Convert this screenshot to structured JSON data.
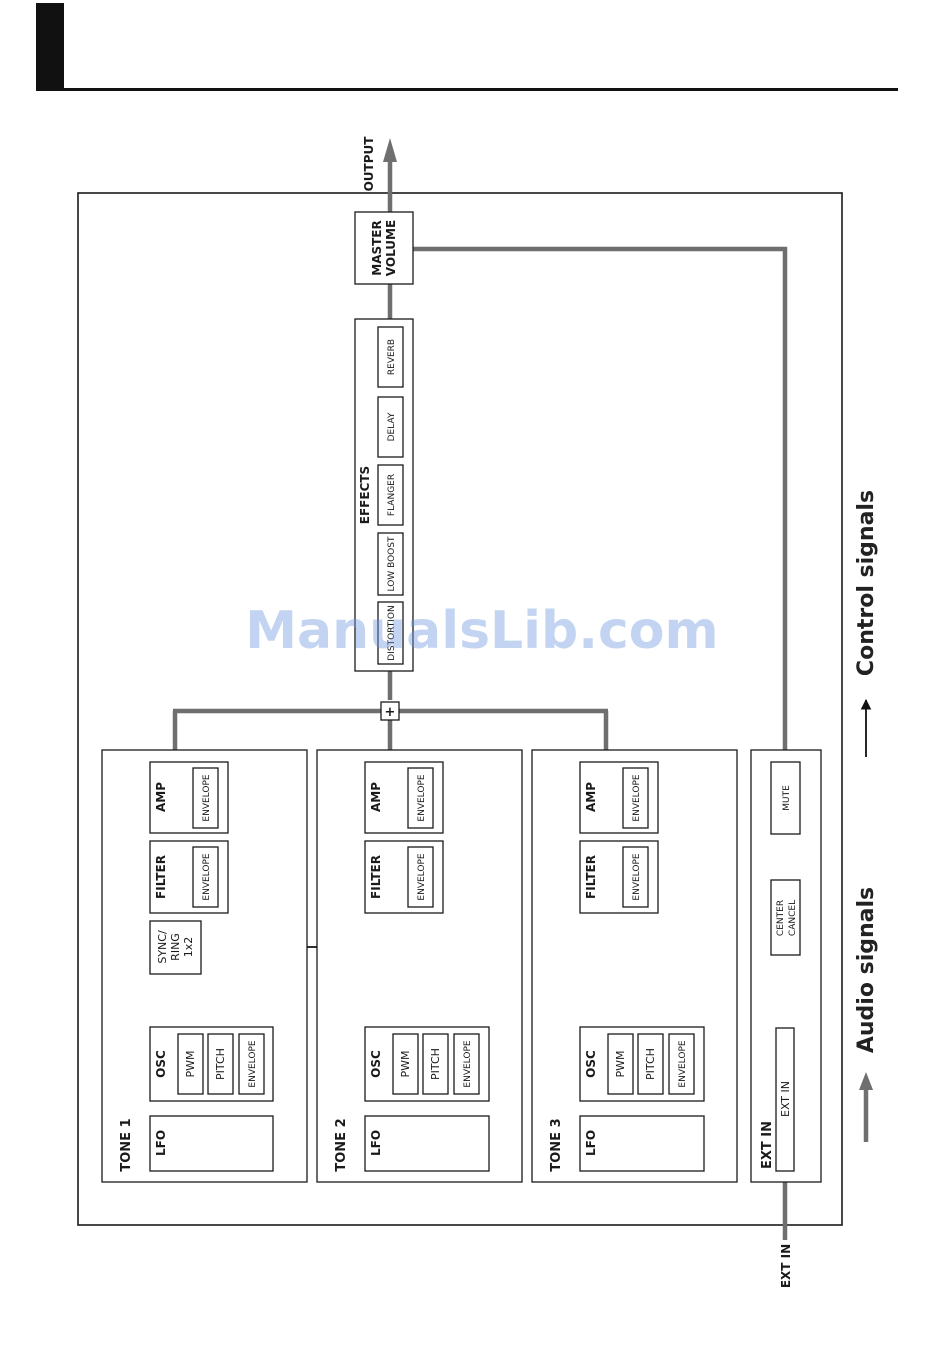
{
  "watermark": "ManualsLib.com",
  "output": {
    "label": "OUTPUT"
  },
  "master": {
    "line1": "MASTER",
    "line2": "VOLUME"
  },
  "effects": {
    "title": "EFFECTS",
    "items": [
      "DISTORTION",
      "LOW BOOST",
      "FLANGER",
      "DELAY",
      "REVERB"
    ]
  },
  "mixer": {
    "symbol": "+"
  },
  "tones": [
    {
      "title": "TONE 1"
    },
    {
      "title": "TONE 2"
    },
    {
      "title": "TONE 3"
    }
  ],
  "tone_blocks": {
    "lfo": "LFO",
    "osc": "OSC",
    "pwm": "PWM",
    "pitch": "PITCH",
    "envelope": "ENVELOPE",
    "filter": "FILTER",
    "amp": "AMP"
  },
  "sync": {
    "line1": "SYNC/",
    "line2": "RING",
    "line3": "1x2"
  },
  "ext": {
    "title": "EXT IN",
    "block": "EXT IN",
    "center_line1": "CENTER",
    "center_line2": "CANCEL",
    "mute": "MUTE",
    "input_label": "EXT IN"
  },
  "legend": {
    "audio": "Audio signals",
    "control": "Control signals"
  },
  "colors": {
    "audio_line": "#6f6f6f",
    "control_line": "#111111",
    "watermark": "#6f9be0"
  }
}
